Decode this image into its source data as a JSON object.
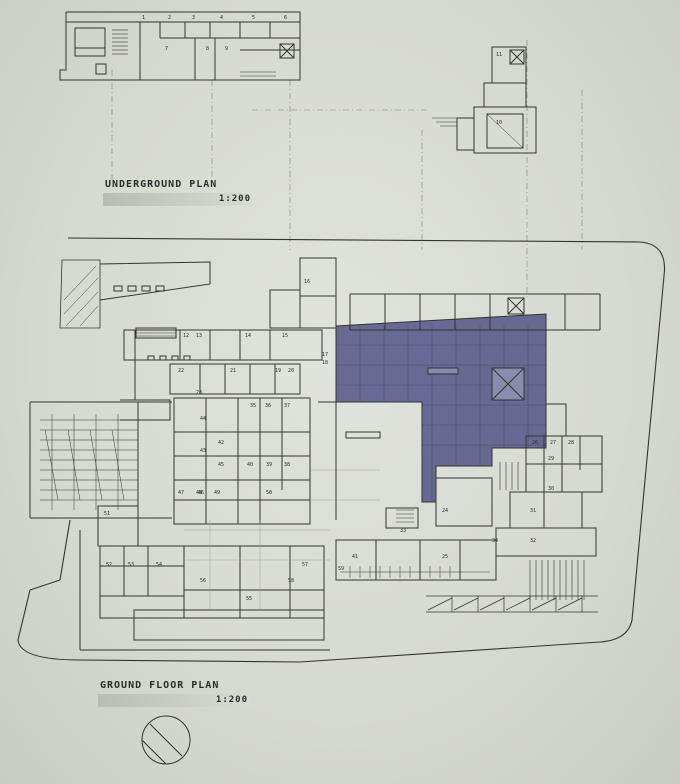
{
  "underground_plan": {
    "title": "UNDERGROUND PLAN",
    "scale": "1:200",
    "room_numbers": [
      "1",
      "2",
      "3",
      "4",
      "5",
      "6",
      "7",
      "8",
      "9",
      "10",
      "11"
    ]
  },
  "ground_floor_plan": {
    "title": "GROUND FLOOR PLAN",
    "scale": "1:200",
    "room_numbers": [
      "12",
      "13",
      "14",
      "15",
      "16",
      "17",
      "18",
      "19",
      "20",
      "21",
      "22",
      "23",
      "24",
      "25",
      "26",
      "27",
      "28",
      "29",
      "30",
      "31",
      "32",
      "33",
      "34",
      "35",
      "36",
      "37",
      "38",
      "39",
      "40",
      "41",
      "42",
      "43",
      "44",
      "45",
      "46",
      "47",
      "48",
      "49",
      "50",
      "51",
      "52",
      "53",
      "54",
      "55",
      "56",
      "57",
      "58",
      "59"
    ]
  },
  "colors": {
    "paper": "#d7dbd2",
    "line": "#33352f",
    "courtyard_fill": "#56598a",
    "title_bar": "#bfc2ba"
  },
  "north_arrow": "north-arrow-icon"
}
